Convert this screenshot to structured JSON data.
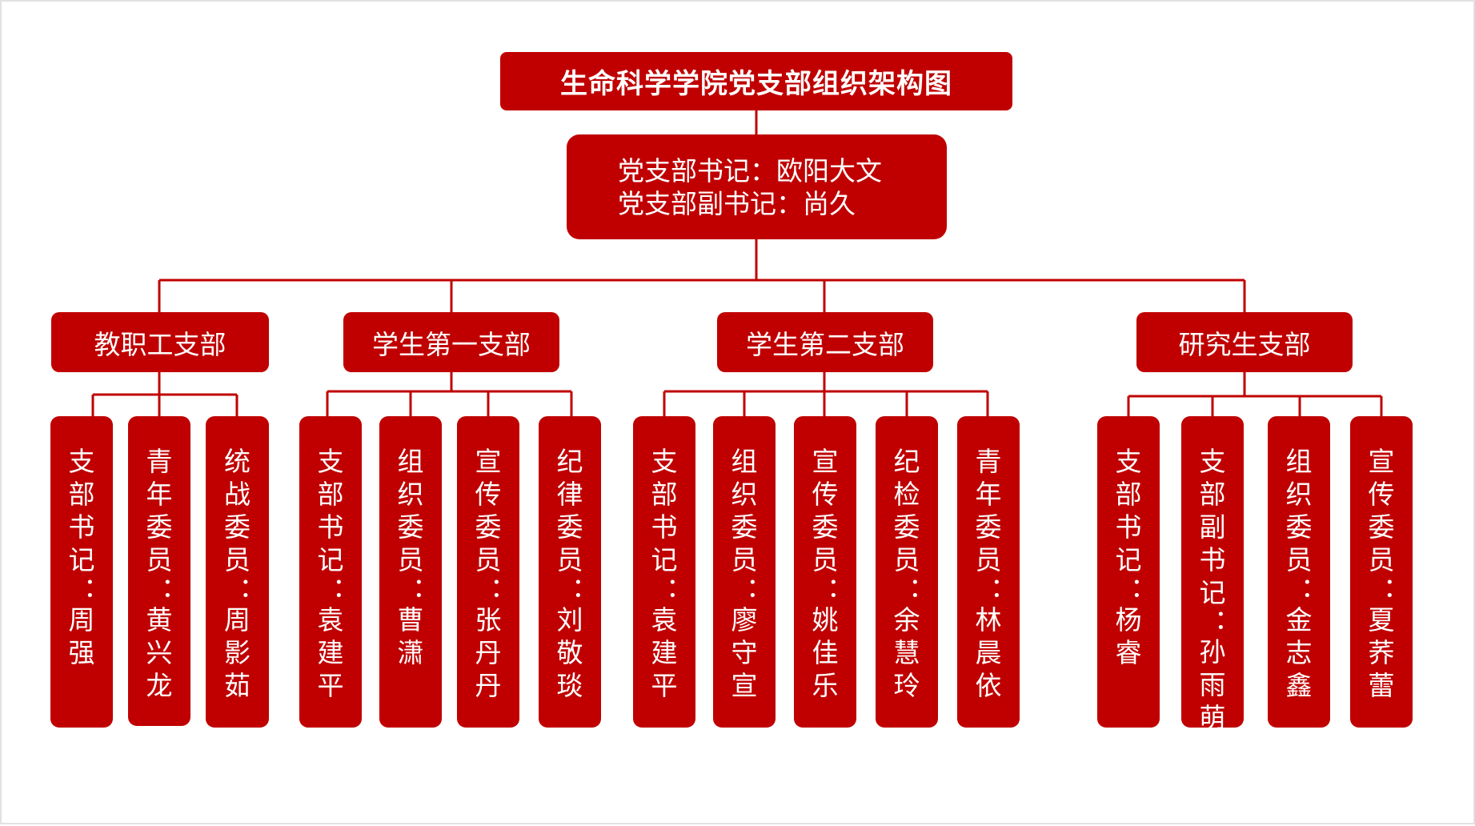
{
  "title": "生命科学学院党支部组织架构图",
  "leadership": {
    "secretary": "党支部书记：欧阳大文",
    "deputy_secretary": "党支部副书记：尚久"
  },
  "colors": {
    "box_fill": "#c00000",
    "line": "#c00000",
    "text": "#ffffff"
  },
  "branches": [
    {
      "name": "教职工支部",
      "members": [
        "支部书记：周强",
        "青年委员：黄兴龙",
        "统战委员：周影茹"
      ]
    },
    {
      "name": "学生第一支部",
      "members": [
        "支部书记：袁建平",
        "组织委员：曹潇",
        "宣传委员：张丹丹",
        "纪律委员：刘敬琰"
      ]
    },
    {
      "name": "学生第二支部",
      "members": [
        "支部书记：袁建平",
        "组织委员：廖守宣",
        "宣传委员：姚佳乐",
        "纪检委员：余慧玲",
        "青年委员：林晨依"
      ]
    },
    {
      "name": "研究生支部",
      "members": [
        "支部书记：杨睿",
        "支部副书记：孙雨萌",
        "组织委员：金志鑫",
        "宣传委员：夏荞蕾"
      ]
    }
  ]
}
